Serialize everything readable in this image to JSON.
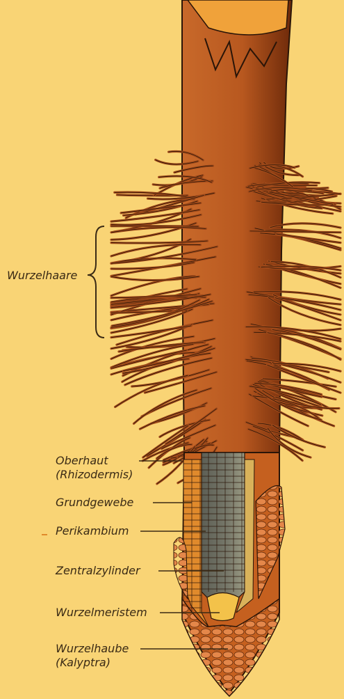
{
  "labels": {
    "wurzelhaare": "Wurzelhaare",
    "oberhaut": "Oberhaut",
    "rhizodermis": "(Rhizodermis)",
    "grundgewebe": "Grundgewebe",
    "perikambium": "Perikambium",
    "zentralzylinder": "Zentralzylinder",
    "wurzelmeristem": "Wurzelmeristem",
    "wurzelhaube": "Wurzelhaube",
    "kalyptra": "(Kalyptra)"
  },
  "colors": {
    "background": "#f9d475",
    "root_brown": "#b8581f",
    "root_dark": "#7a2e0c",
    "hair": "#a04a1a",
    "outline": "#2a1508",
    "vessel_gray": "#6b6b5c",
    "cortex_orange": "#e08a2c",
    "cap_orange": "#e4874a",
    "meristem_yellow": "#f3c24a"
  }
}
